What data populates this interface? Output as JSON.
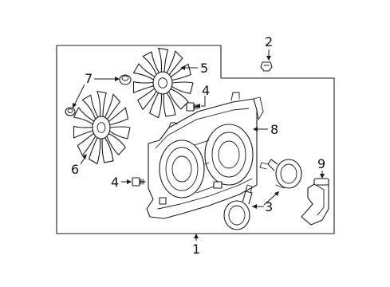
{
  "diagram": {
    "callouts": [
      {
        "id": "c1",
        "text": "1"
      },
      {
        "id": "c2",
        "text": "2"
      },
      {
        "id": "c3",
        "text": "3"
      },
      {
        "id": "c4a",
        "text": "4"
      },
      {
        "id": "c4b",
        "text": "4"
      },
      {
        "id": "c5",
        "text": "5"
      },
      {
        "id": "c6",
        "text": "6"
      },
      {
        "id": "c7",
        "text": "7"
      },
      {
        "id": "c8",
        "text": "8"
      },
      {
        "id": "c9",
        "text": "9"
      }
    ]
  },
  "colors": {
    "line": "#1a1a1a",
    "background": "#ffffff"
  }
}
